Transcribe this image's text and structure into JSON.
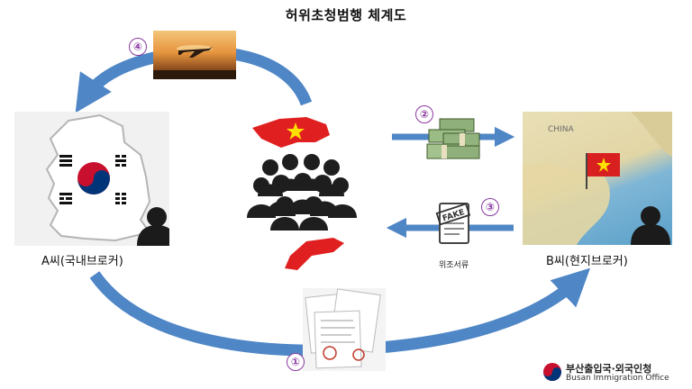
{
  "title": "허위초청범행 체계도",
  "korea_broker_label": "A씨(국내브로커)",
  "vietnam_broker_label": "B씨(현지브로커)",
  "fake_docs_label": "위조서류",
  "fake_stamp_text": "FAKE",
  "map_china_text": "CHINA",
  "steps": [
    "④",
    "②",
    "③",
    "①"
  ],
  "logo": {
    "korean": "부산출입국·외국인청",
    "english": "Busan Immigration Office"
  },
  "colors": {
    "arrow": "#4f86c6",
    "step_circle": "#8a3aa0",
    "vietnam_red": "#e02020",
    "vietnam_star": "#ffe000"
  }
}
